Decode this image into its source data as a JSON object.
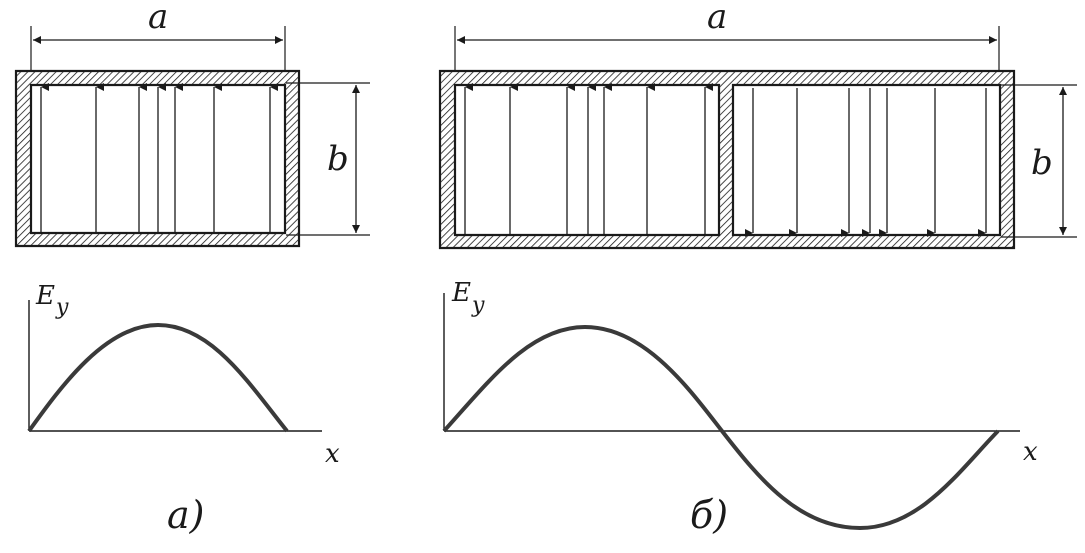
{
  "panel_a": {
    "dim_width": "a",
    "dim_height": "b",
    "axis_y_main": "E",
    "axis_y_sub": "y",
    "axis_x": "x",
    "caption": "а)"
  },
  "panel_b": {
    "dim_width": "a",
    "dim_height": "b",
    "axis_y_main": "E",
    "axis_y_sub": "y",
    "axis_x": "x",
    "caption": "б)"
  },
  "colors": {
    "ink": "#1a1a1a",
    "curve": "#3a3a3a",
    "paper": "#ffffff"
  }
}
